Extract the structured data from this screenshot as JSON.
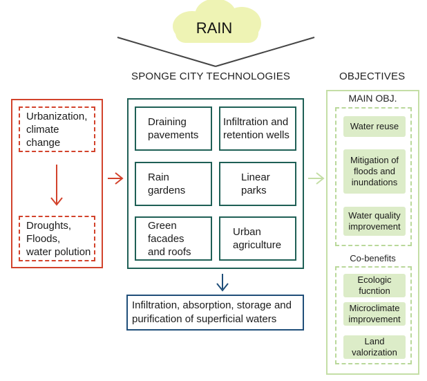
{
  "top": {
    "title": "RAIN"
  },
  "headings": {
    "technologies": "SPONGE CITY TECHNOLOGIES",
    "objectives": "OBJECTIVES"
  },
  "causes": {
    "top": [
      "Urbanization,",
      "climate",
      "change"
    ],
    "bottom": [
      "Droughts,",
      "Floods,",
      "water polution"
    ]
  },
  "technologies": [
    [
      "Draining",
      "pavements"
    ],
    [
      "Infiltration and",
      "retention wells"
    ],
    [
      "Rain",
      "gardens"
    ],
    [
      "Linear",
      "parks"
    ],
    [
      "Green",
      "facades",
      "and roofs"
    ],
    [
      "Urban",
      "agriculture"
    ]
  ],
  "outcome": {
    "line1": "Infiltration, absorption, storage and",
    "line2": "purification of superficial waters"
  },
  "objectives": {
    "main_label": "MAIN OBJ.",
    "main": [
      [
        "Water reuse"
      ],
      [
        "Mitigation of",
        "floods and",
        "inundations"
      ],
      [
        "Water quality",
        "improvement"
      ]
    ],
    "cobenefits_label": "Co-benefits",
    "cobenefits": [
      [
        "Ecologic",
        "fucntion"
      ],
      [
        "Microclimate",
        "improvement"
      ],
      [
        "Land",
        "valorization"
      ]
    ]
  },
  "colors": {
    "red": "#d2422b",
    "teal": "#1e5f55",
    "blue": "#1f4e79",
    "green": "#c4dea6",
    "cloud": "#eef3b4"
  }
}
